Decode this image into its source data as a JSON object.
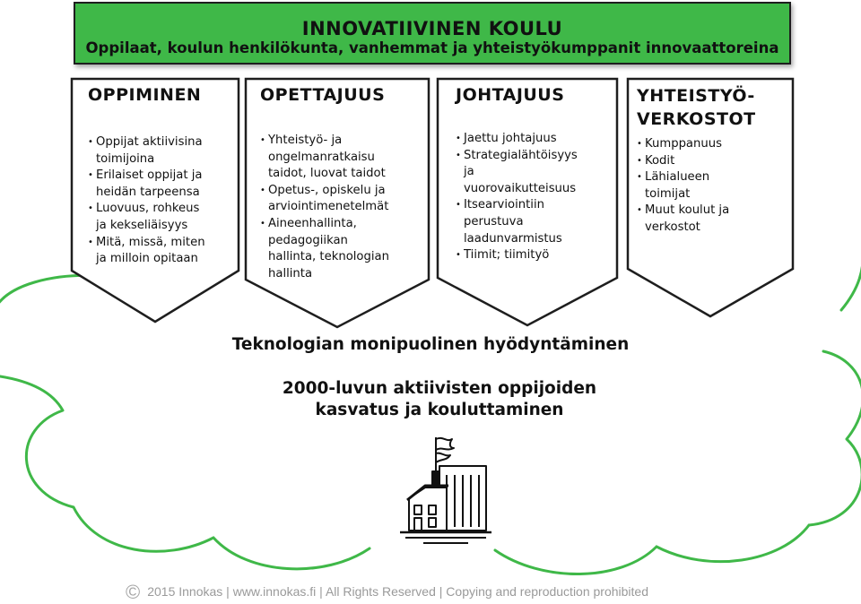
{
  "banner": {
    "title": "INNOVATIIVINEN KOULU",
    "subtitle": "Oppilaat, koulun henkilökunta, vanhemmat ja yhteistyökumppanit innovaattoreina"
  },
  "pillars": [
    {
      "title_lines": [
        "OPPIMINEN"
      ],
      "items": [
        [
          "Oppijat aktiivisina",
          "toimijoina"
        ],
        [
          "Erilaiset oppijat ja",
          "heidän tarpeensa"
        ],
        [
          "Luovuus, rohkeus",
          "ja kekseliäisyys"
        ],
        [
          "Mitä, missä, miten",
          "ja milloin opitaan"
        ]
      ]
    },
    {
      "title_lines": [
        "OPETTAJUUS"
      ],
      "items": [
        [
          "Yhteistyö- ja",
          "ongelmanratkaisu",
          "taidot, luovat taidot"
        ],
        [
          "Opetus-, opiskelu ja",
          "arviointimenetelmät"
        ],
        [
          "Aineenhallinta,",
          "pedagogiikan",
          "hallinta, teknologian",
          "hallinta"
        ]
      ]
    },
    {
      "title_lines": [
        "JOHTAJUUS"
      ],
      "items": [
        [
          "Jaettu johtajuus"
        ],
        [
          "Strategialähtöisyys",
          "ja",
          "vuorovaikutteisuus"
        ],
        [
          "Itsearviointiin",
          "perustuva",
          "laadunvarmistus"
        ],
        [
          "Tiimit; tiimityö"
        ]
      ]
    },
    {
      "title_lines": [
        "YHTEISTYÖ-",
        "VERKOSTOT"
      ],
      "items": [
        [
          "Kumppanuus"
        ],
        [
          "Kodit"
        ],
        [
          "Lähialueen",
          "toimijat"
        ],
        [
          "Muut koulut  ja",
          "verkostot"
        ]
      ]
    }
  ],
  "center": {
    "technology": "Teknologian monipuolinen hyödyntäminen",
    "century_line1": "2000-luvun aktiivisten oppijoiden",
    "century_line2": "kasvatus ja kouluttaminen"
  },
  "footer": {
    "copyright_symbol": "©",
    "text": "2015 Innokas |  www.innokas.fi |  All Rights Reserved |  Copying and reproduction prohibited"
  },
  "colors": {
    "banner_fill": "#3fb848",
    "cloud_stroke": "#3fb848",
    "outline": "#1e1e1e",
    "footer_text": "#9a9a9a"
  },
  "icons": [
    "school-building-icon",
    "flag-icon"
  ]
}
